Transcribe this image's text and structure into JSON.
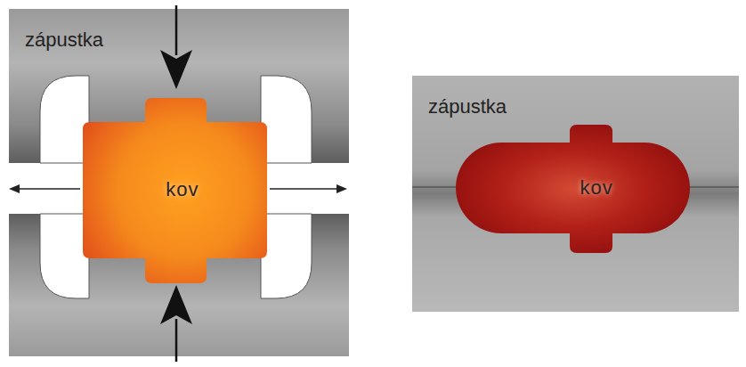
{
  "diagram": {
    "nodes": [
      {
        "text": [
          "zápustka"
        ]
      },
      {
        "text": [
          "kov"
        ]
      },
      {
        "text": [
          "zápustka"
        ]
      },
      {
        "text": [
          "kov"
        ],
        "in": 2
      }
    ]
  }
}
